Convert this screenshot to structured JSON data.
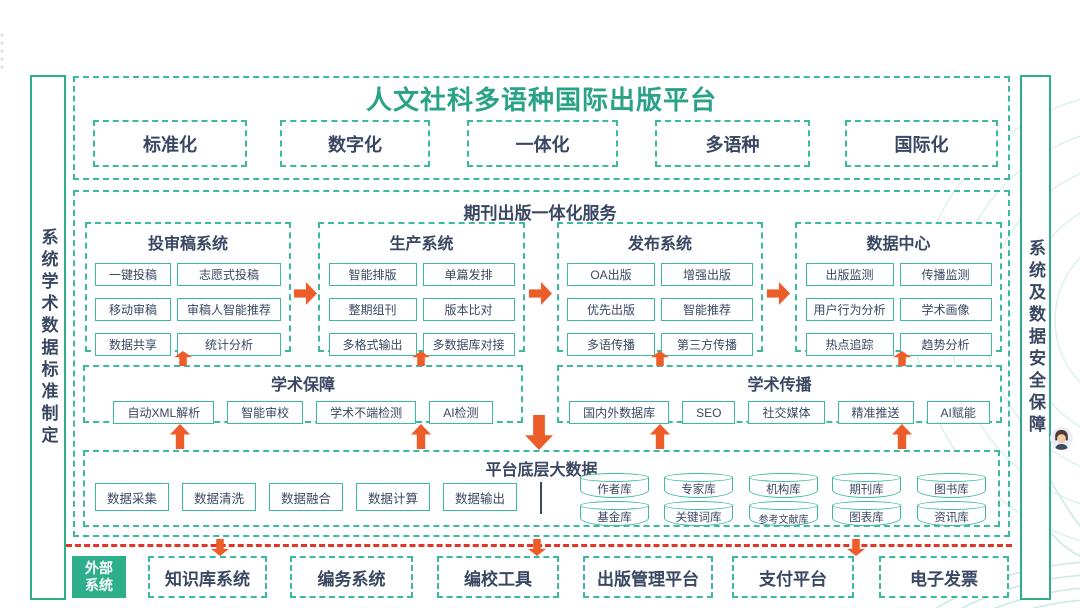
{
  "title": "人文社科多语种国际出版平台",
  "pillars": [
    "标准化",
    "数字化",
    "一体化",
    "多语种",
    "国际化"
  ],
  "side_left": "系统学术数据标准制定",
  "side_right": "系统及数据安全保障",
  "service": {
    "title": "期刊出版一体化服务",
    "systems": [
      {
        "title": "投审稿系统",
        "items": [
          "一键投稿",
          "志愿式投稿",
          "移动审稿",
          "审稿人智能推荐",
          "数据共享",
          "统计分析"
        ]
      },
      {
        "title": "生产系统",
        "items": [
          "智能排版",
          "单篇发排",
          "整期组刊",
          "版本比对",
          "多格式输出",
          "多数据库对接"
        ]
      },
      {
        "title": "发布系统",
        "items": [
          "OA出版",
          "增强出版",
          "优先出版",
          "智能推荐",
          "多语传播",
          "第三方传播"
        ]
      },
      {
        "title": "数据中心",
        "items": [
          "出版监测",
          "传播监测",
          "用户行为分析",
          "学术画像",
          "热点追踪",
          "趋势分析"
        ]
      }
    ],
    "supports": [
      {
        "title": "学术保障",
        "items": [
          "自动XML解析",
          "智能审校",
          "学术不端检测",
          "AI检测"
        ]
      },
      {
        "title": "学术传播",
        "items": [
          "国内外数据库",
          "SEO",
          "社交媒体",
          "精准推送",
          "AI赋能"
        ]
      }
    ]
  },
  "bigdata": {
    "title": "平台底层大数据",
    "pipeline": [
      "数据采集",
      "数据清洗",
      "数据融合",
      "数据计算",
      "数据输出"
    ],
    "db_row1": [
      "作者库",
      "专家库",
      "机构库",
      "期刊库",
      "图书库"
    ],
    "db_row2": [
      "基金库",
      "关键词库",
      "参考文献库",
      "图表库",
      "资讯库"
    ]
  },
  "external": {
    "label_lines": [
      "外部",
      "系统"
    ],
    "systems": [
      "知识库系统",
      "编务系统",
      "编校工具",
      "出版管理平台",
      "支付平台",
      "电子发票"
    ]
  },
  "colors": {
    "green": "#2AA287",
    "teal_border": "#3BBA9F",
    "dark_text": "#3A4763",
    "orange_arrow": "#EC5D2A",
    "red_line": "#E3342A",
    "external_fill": "#2FAE8C"
  }
}
